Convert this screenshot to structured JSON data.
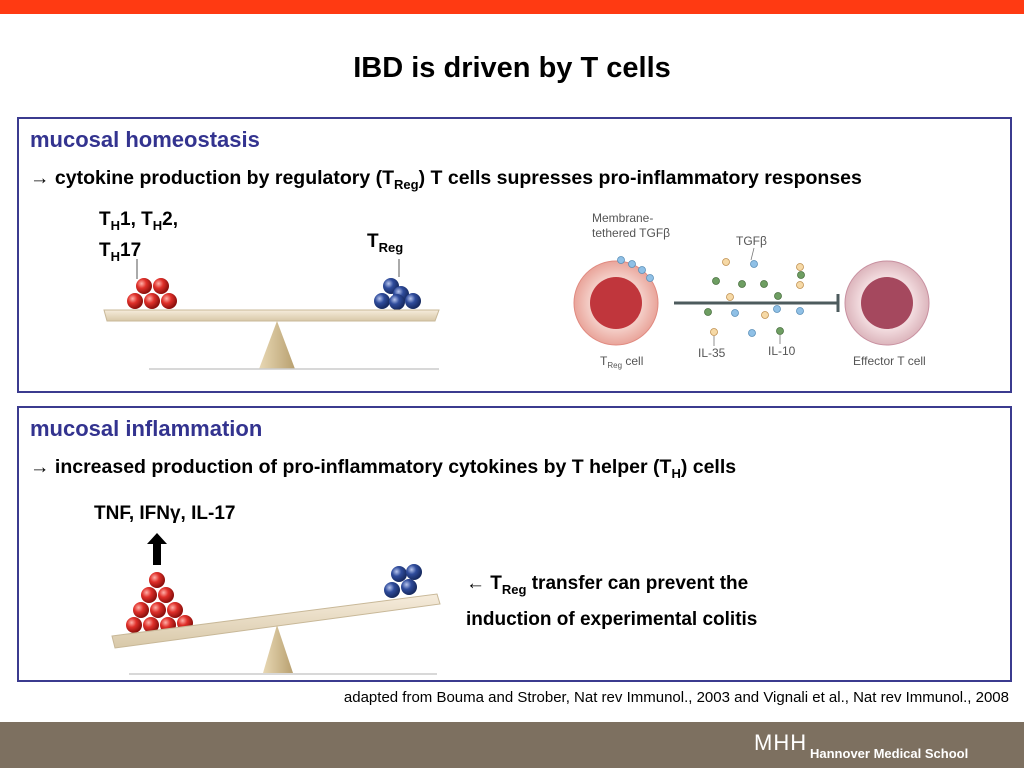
{
  "slide": {
    "title": "IBD is driven by T cells",
    "citation": "adapted from Bouma and Strober, Nat rev Immunol., 2003 and Vignali et al., Nat rev Immunol., 2008"
  },
  "top_panel": {
    "heading": "mucosal homeostasis",
    "sub_prefix": "→ cytokine production by regulatory (T",
    "sub_subscript": "Reg",
    "sub_suffix": ") T cells supresses pro-inflammatory responses",
    "th_label": {
      "t1": "T",
      "s1": "H",
      "r1": "1, ",
      "t2": "T",
      "s2": "H",
      "r2": "2,",
      "t3": "T",
      "s3": "H",
      "r3": "17"
    },
    "treg_label": {
      "t": "T",
      "s": "Reg"
    },
    "diagram": {
      "membrane_label_1": "Membrane-",
      "membrane_label_2": "tethered TGFβ",
      "tgfb_label": "TGFβ",
      "il35_label": "IL-35",
      "il10_label": "IL-10",
      "treg_cell_t": "T",
      "treg_cell_s": "Reg",
      "treg_cell_r": " cell",
      "effector_label": "Effector T cell"
    }
  },
  "bottom_panel": {
    "heading": "mucosal inflammation",
    "sub_prefix": "→ increased production of pro-inflammatory cytokines by T helper (T",
    "sub_subscript": "H",
    "sub_suffix": ") cells",
    "cytokines_label": "TNF, IFNγ, IL-17",
    "transfer_line1_prefix": "← T",
    "transfer_line1_sub": "Reg",
    "transfer_line1_suffix": " transfer can prevent the",
    "transfer_line2": "induction of experimental colitis"
  },
  "footer": {
    "logo": "MHH",
    "school": "Hannover Medical School"
  },
  "colors": {
    "accent_bar": "#ff3a12",
    "panel_border": "#3b3b8f",
    "heading": "#33338f",
    "footer": "#7d7060"
  }
}
